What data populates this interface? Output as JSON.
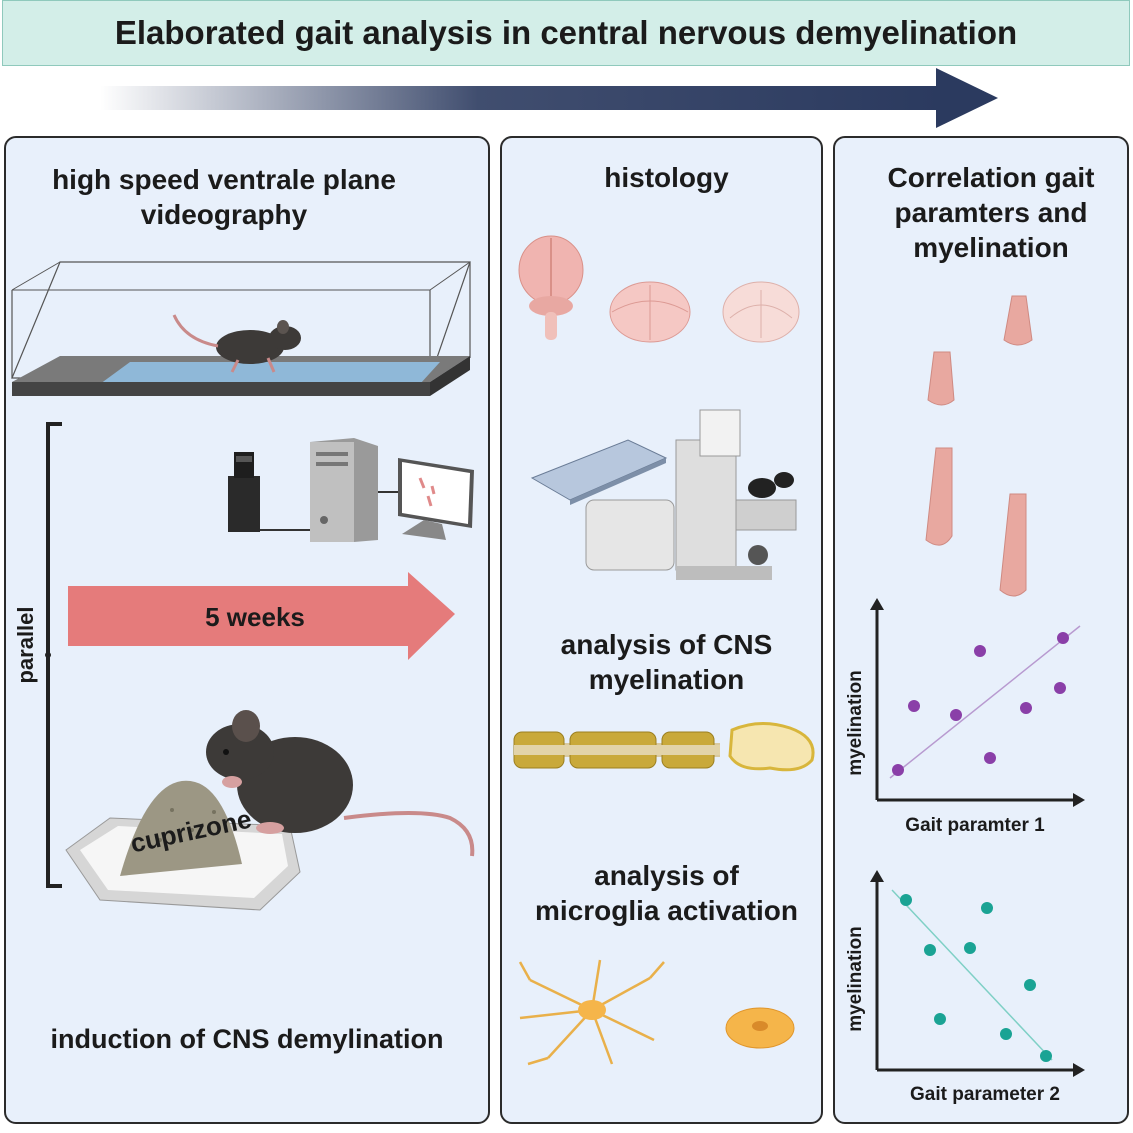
{
  "banner": {
    "title": "Elaborated gait analysis in central nervous demyelination"
  },
  "left_panel": {
    "title_line1": "high speed ventrale plane",
    "title_line2": "videography",
    "arrow_label": "5 weeks",
    "bracket_label": "parallel",
    "food_label": "cuprizone",
    "bottom_label": "induction of CNS demylination"
  },
  "middle_panel": {
    "title": "histology",
    "myelin_title_line1": "analysis of CNS",
    "myelin_title_line2": "myelination",
    "microglia_title_line1": "analysis of",
    "microglia_title_line2": "microglia activation"
  },
  "right_panel": {
    "title_line1": "Correlation gait",
    "title_line2": "paramters and",
    "title_line3": "myelination",
    "plot1": {
      "ylabel": "myelination",
      "xlabel": "Gait paramter 1"
    },
    "plot2": {
      "ylabel": "myelination",
      "xlabel": "Gait parameter 2"
    }
  },
  "colors": {
    "banner_bg": "#d3eee8",
    "panel_bg": "#e8f0fb",
    "timeline_arrow": "#2b3a5f",
    "weeks_arrow": "#e57b7b",
    "plot1_points": "#8a3fa8",
    "plot2_points": "#1aa394"
  }
}
